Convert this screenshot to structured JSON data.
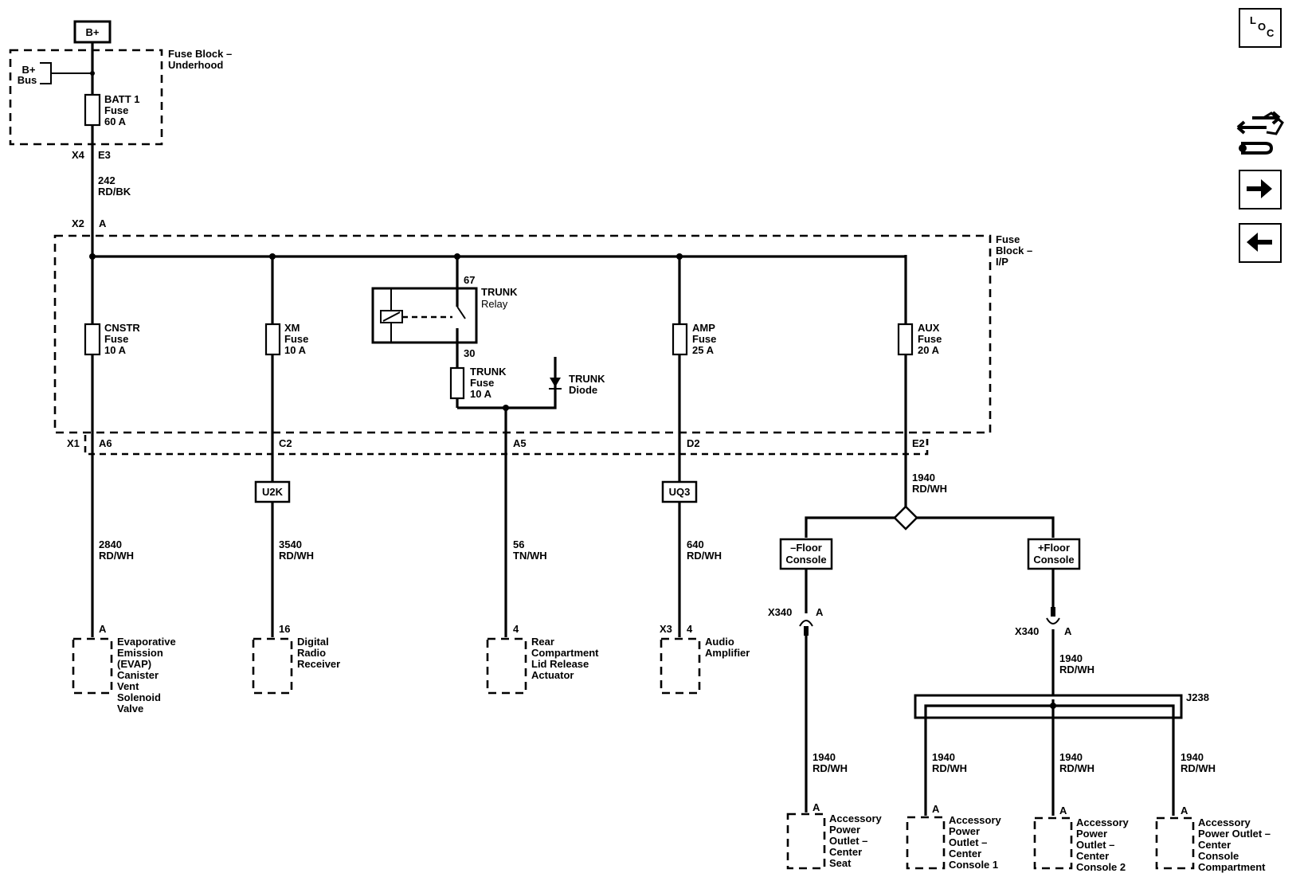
{
  "power": {
    "supply_label": "B+",
    "bus_label": [
      "B+",
      "Bus"
    ],
    "fuse_block_underhood": [
      "Fuse Block –",
      "Underhood"
    ],
    "batt1_fuse": [
      "BATT 1",
      "Fuse",
      "60 A"
    ],
    "conn_x4": "X4",
    "conn_e3": "E3",
    "wire_242": [
      "242",
      "RD/BK"
    ],
    "conn_x2": "X2",
    "conn_x2_pin": "A"
  },
  "ip_block": {
    "label": [
      "Fuse",
      "Block –",
      "I/P"
    ],
    "conn_x1": "X1",
    "fuses": {
      "cnstr": [
        "CNSTR",
        "Fuse",
        "10 A"
      ],
      "xm": [
        "XM",
        "Fuse",
        "10 A"
      ],
      "amp": [
        "AMP",
        "Fuse",
        "25 A"
      ],
      "aux": [
        "AUX",
        "Fuse",
        "20 A"
      ],
      "trunk": [
        "TRUNK",
        "Fuse",
        "10 A"
      ]
    },
    "relay": {
      "label": [
        "TRUNK",
        "Relay"
      ],
      "pin_top": "67",
      "pin_bottom": "30"
    },
    "diode": [
      "TRUNK",
      "Diode"
    ],
    "pins": {
      "a6": "A6",
      "c2": "C2",
      "a5": "A5",
      "d2": "D2",
      "e2": "E2"
    }
  },
  "options": {
    "u2k": "U2K",
    "uq3": "UQ3"
  },
  "wires": {
    "w2840": [
      "2840",
      "RD/WH"
    ],
    "w3540": [
      "3540",
      "RD/WH"
    ],
    "w56": [
      "56",
      "TN/WH"
    ],
    "w640": [
      "640",
      "RD/WH"
    ],
    "w1940_top": [
      "1940",
      "RD/WH"
    ],
    "w1940_mid": [
      "1940",
      "RD/WH"
    ],
    "w1940_seat": [
      "1940",
      "RD/WH"
    ],
    "w1940_c1": [
      "1940",
      "RD/WH"
    ],
    "w1940_c2": [
      "1940",
      "RD/WH"
    ],
    "w1940_cc": [
      "1940",
      "RD/WH"
    ]
  },
  "console": {
    "minus_floor": [
      "–Floor",
      "Console"
    ],
    "plus_floor": [
      "+Floor",
      "Console"
    ],
    "x340": "X340",
    "x340_pin": "A",
    "splice": "J238"
  },
  "components": {
    "evap": {
      "pin": "A",
      "label": [
        "Evaporative",
        "Emission",
        "(EVAP)",
        "Canister",
        "Vent",
        "Solenoid",
        "Valve"
      ]
    },
    "radio": {
      "pin": "16",
      "label": [
        "Digital",
        "Radio",
        "Receiver"
      ]
    },
    "rear_lid": {
      "pin": "4",
      "label": [
        "Rear",
        "Compartment",
        "Lid Release",
        "Actuator"
      ]
    },
    "audio_amp": {
      "conn": "X3",
      "pin": "4",
      "label": [
        "Audio",
        "Amplifier"
      ]
    },
    "outlet_seat": {
      "pin": "A",
      "label": [
        "Accessory",
        "Power",
        "Outlet –",
        "Center",
        "Seat"
      ]
    },
    "outlet_c1": {
      "pin": "A",
      "label": [
        "Accessory",
        "Power",
        "Outlet –",
        "Center",
        "Console 1"
      ]
    },
    "outlet_c2": {
      "pin": "A",
      "label": [
        "Accessory",
        "Power",
        "Outlet –",
        "Center",
        "Console 2"
      ]
    },
    "outlet_cc": {
      "pin": "A",
      "label": [
        "Accessory",
        "Power Outlet –",
        "Center",
        "Console",
        "Compartment"
      ]
    }
  },
  "toolbar": {
    "loc_label": "LOC",
    "icons": [
      "loc-icon",
      "connector-views-icon",
      "next-page-icon",
      "previous-page-icon"
    ]
  }
}
